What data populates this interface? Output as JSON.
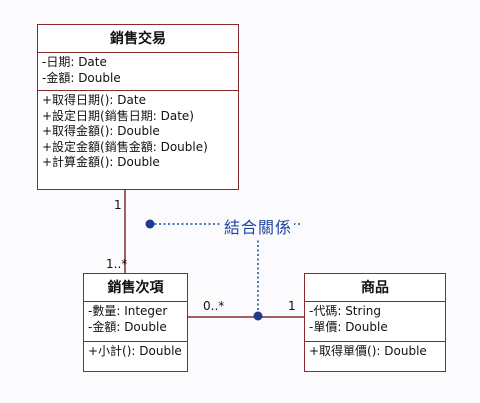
{
  "classes": {
    "sale": {
      "name": "銷售交易",
      "attributes": [
        "-日期: Date",
        "-金額: Double"
      ],
      "operations": [
        "+取得日期(): Date",
        "+設定日期(銷售日期: Date)",
        "+取得金額(): Double",
        "+設定金額(銷售金額: Double)",
        "+計算金額(): Double"
      ]
    },
    "line_item": {
      "name": "銷售次項",
      "attributes": [
        "-數量: Integer",
        "-金額: Double"
      ],
      "operations": [
        "+小計(): Double"
      ]
    },
    "product": {
      "name": "商品",
      "attributes": [
        "-代碼: String",
        "-單價: Double"
      ],
      "operations": [
        "+取得單價(): Double"
      ]
    }
  },
  "multiplicities": {
    "sale_end": "1",
    "line_item_top": "1..*",
    "line_item_right": "0..*",
    "product_left": "1"
  },
  "association_class_label": "結合關係",
  "colors": {
    "border": "#8a2b2b",
    "association_dotted": "#1e46a0"
  }
}
